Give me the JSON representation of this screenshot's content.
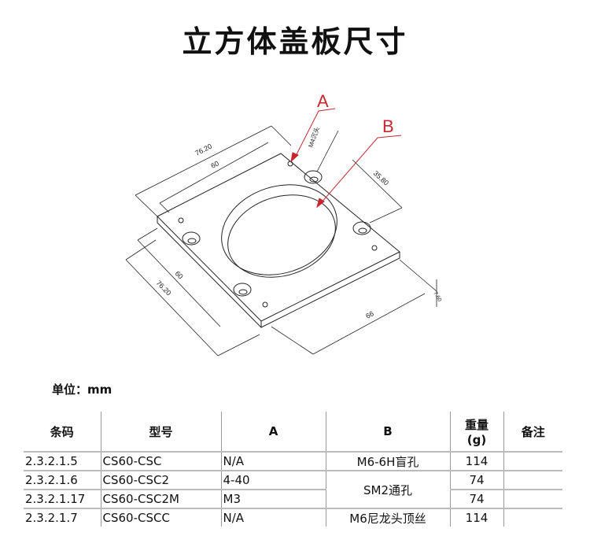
{
  "title": "立方体盖板尺寸",
  "unit_label": "单位：mm",
  "drawing": {
    "callout_a": "A",
    "callout_b": "B",
    "hole_label": "M4沉头",
    "dims": {
      "top_outer": "76.20",
      "top_inner": "60",
      "left_inner": "60",
      "left_outer": "76.20",
      "hole_offset": "35.80",
      "bottom": "66",
      "thickness": "7.60"
    },
    "accent_color": "#c8262e"
  },
  "table": {
    "headers": [
      "条码",
      "型号",
      "A",
      "B",
      "重量",
      "(g)",
      "备注"
    ],
    "rows": [
      {
        "code": "2.3.2.1.5",
        "model": "CS60-CSC",
        "a": "N/A",
        "b": "M6-6H盲孔",
        "weight": "114",
        "note": ""
      },
      {
        "code": "2.3.2.1.6",
        "model": "CS60-CSC2",
        "a": "4-40",
        "b": "SM2通孔",
        "weight": "74",
        "note": ""
      },
      {
        "code": "2.3.2.1.17",
        "model": "CS60-CSC2M",
        "a": "M3",
        "weight": "74",
        "note": ""
      },
      {
        "code": "2.3.2.1.7",
        "model": "CS60-CSCC",
        "a": "N/A",
        "b": "M6尼龙头顶丝",
        "weight": "114",
        "note": ""
      }
    ]
  }
}
